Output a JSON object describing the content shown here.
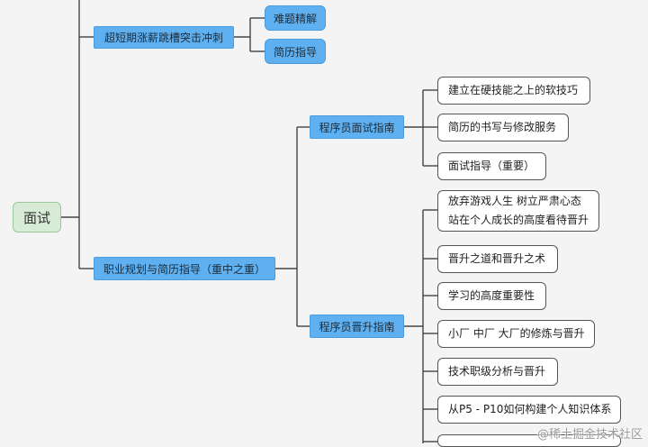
{
  "root": {
    "label": "面试"
  },
  "branches": {
    "crash_course": {
      "label": "超短期涨薪跳槽突击冲刺",
      "children": [
        "难题精解",
        "简历指导"
      ]
    },
    "career": {
      "label": "职业规划与简历指导（重中之重）",
      "interview_guide": {
        "label": "程序员面试指南",
        "items": [
          "建立在硬技能之上的软技巧",
          "简历的书写与修改服务",
          "面试指导（重要）"
        ]
      },
      "promotion_guide": {
        "label": "程序员晋升指南",
        "items": [
          {
            "line1": "放弃游戏人生 树立严肃心态",
            "line2": "站在个人成长的高度看待晋升"
          },
          "晋升之道和晋升之术",
          "学习的高度重要性",
          "小厂 中厂 大厂的修炼与晋升",
          "技术职级分析与晋升",
          "从P5 - P10如何构建个人知识体系"
        ]
      }
    }
  },
  "watermark": "@稀土掘金技术社区"
}
